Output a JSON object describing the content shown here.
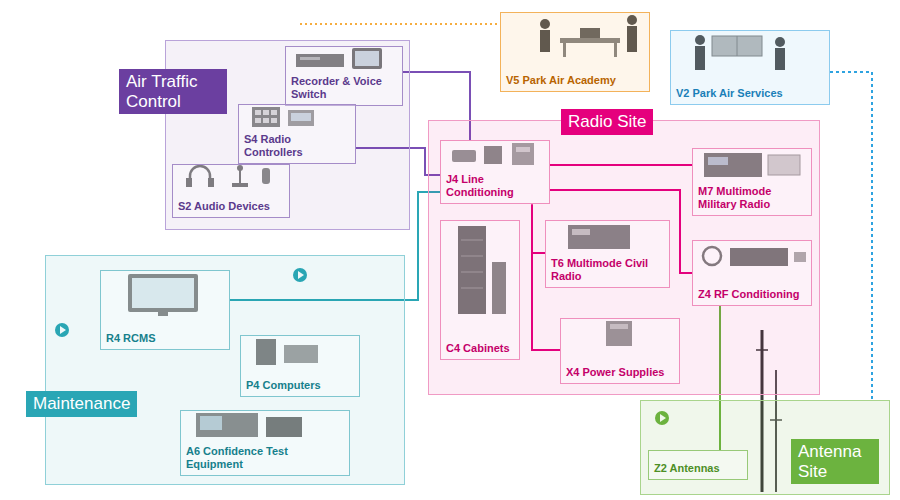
{
  "diagram": {
    "nodes": [
      {
        "text": [
          "Air Traffic Control"
        ]
      },
      {
        "text": [
          "Recorder & Voice Switch"
        ],
        "in": 0
      },
      {
        "text": [
          "S4 Radio Controllers"
        ],
        "in": 0
      },
      {
        "text": [
          "S2 Audio Devices"
        ],
        "in": 0
      },
      {
        "text": [
          "V5 Park Air Academy"
        ]
      },
      {
        "text": [
          "V2 Park Air Services"
        ]
      },
      {
        "text": [
          "Radio Site"
        ]
      },
      {
        "text": [
          "J4 Line Conditioning"
        ],
        "in": 6
      },
      {
        "text": [
          "M7 Multimode Military Radio"
        ],
        "in": 6
      },
      {
        "text": [
          "C4 Cabinets"
        ],
        "in": 6
      },
      {
        "text": [
          "T6 Multimode Civil Radio"
        ],
        "in": 6
      },
      {
        "text": [
          "Z4 RF Conditioning"
        ],
        "in": 6
      },
      {
        "text": [
          "X4 Power Supplies"
        ],
        "in": 6
      },
      {
        "text": [
          "Maintenance"
        ]
      },
      {
        "text": [
          "R4 RCMS"
        ],
        "in": 13
      },
      {
        "text": [
          "P4 Computers"
        ],
        "in": 13
      },
      {
        "text": [
          "A6 Confidence Test Equipment"
        ],
        "in": 13
      },
      {
        "text": [
          "Antenna Site"
        ]
      },
      {
        "text": [
          "Z2 Antennas"
        ],
        "in": 17
      }
    ],
    "edges": [
      {
        "from": 1,
        "to": 7,
        "arrow": "none"
      },
      {
        "from": 2,
        "to": 7,
        "arrow": "none"
      },
      {
        "from": 14,
        "to": 7,
        "arrow": "none"
      },
      {
        "from": 7,
        "to": 8,
        "arrow": "none"
      },
      {
        "from": 7,
        "to": 10,
        "arrow": "none"
      },
      {
        "from": 7,
        "to": 12,
        "arrow": "none"
      },
      {
        "from": 7,
        "to": 11,
        "arrow": "none"
      },
      {
        "from": 11,
        "to": 18,
        "arrow": "none"
      },
      {
        "from": 5,
        "to": 17,
        "arrow": "none"
      }
    ]
  }
}
